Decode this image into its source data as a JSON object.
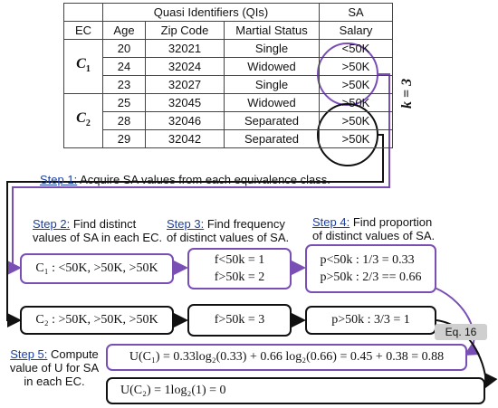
{
  "table": {
    "group_header_qi": "Quasi Identifiers (QIs)",
    "group_header_sa": "SA",
    "columns": [
      "EC",
      "Age",
      "Zip Code",
      "Martial Status",
      "Salary"
    ],
    "classes": [
      {
        "label": "C",
        "sub": "1",
        "rows": [
          {
            "age": "20",
            "zip": "32021",
            "status": "Single",
            "salary": "<50K"
          },
          {
            "age": "24",
            "zip": "32024",
            "status": "Widowed",
            "salary": ">50K"
          },
          {
            "age": "23",
            "zip": "32027",
            "status": "Single",
            "salary": ">50K"
          }
        ]
      },
      {
        "label": "C",
        "sub": "2",
        "rows": [
          {
            "age": "25",
            "zip": "32045",
            "status": "Widowed",
            "salary": ">50K"
          },
          {
            "age": "28",
            "zip": "32046",
            "status": "Separated",
            "salary": ">50K"
          },
          {
            "age": "29",
            "zip": "32042",
            "status": "Separated",
            "salary": ">50K"
          }
        ]
      }
    ]
  },
  "k_label": "k = 3",
  "steps": {
    "step1": {
      "title": "Step 1:",
      "text": "Acquire SA values from each equivalence class."
    },
    "step2": {
      "title": "Step 2:",
      "line1": "Find distinct",
      "line2": "values of SA in each EC."
    },
    "step3": {
      "title": "Step 3:",
      "line1": "Find frequency",
      "line2": "of distinct values of SA."
    },
    "step4": {
      "title": "Step 4:",
      "line1": "Find proportion",
      "line2": "of distinct values of SA."
    },
    "step5": {
      "title": "Step 5:",
      "line1": "Compute",
      "line2": "value of U for SA",
      "line3": "in each EC."
    }
  },
  "boxes": {
    "c1_values": "C₁ : <50K, >50K, >50K",
    "c2_values": "C₂ : >50K, >50K, >50K",
    "c1_freq_a": "f<50k = 1",
    "c1_freq_b": "f>50k = 2",
    "c2_freq": "f>50k = 3",
    "c1_prop_a": "p<50k : 1/3 = 0.33",
    "c1_prop_b": "p>50k : 2/3 == 0.66",
    "c2_prop": "p>50k : 3/3 = 1",
    "u_c1": "U(C₁) = 0.33log₂(0.33) + 0.66 log₂(0.66) = 0.45 + 0.38 = 0.88",
    "u_c2": "U(C₂) = 1log₂(1) = 0"
  },
  "eq_badge": "Eq. 16",
  "colors": {
    "purple": "#7a4fb5",
    "step_blue": "#1a3fa8",
    "black": "#111111"
  }
}
